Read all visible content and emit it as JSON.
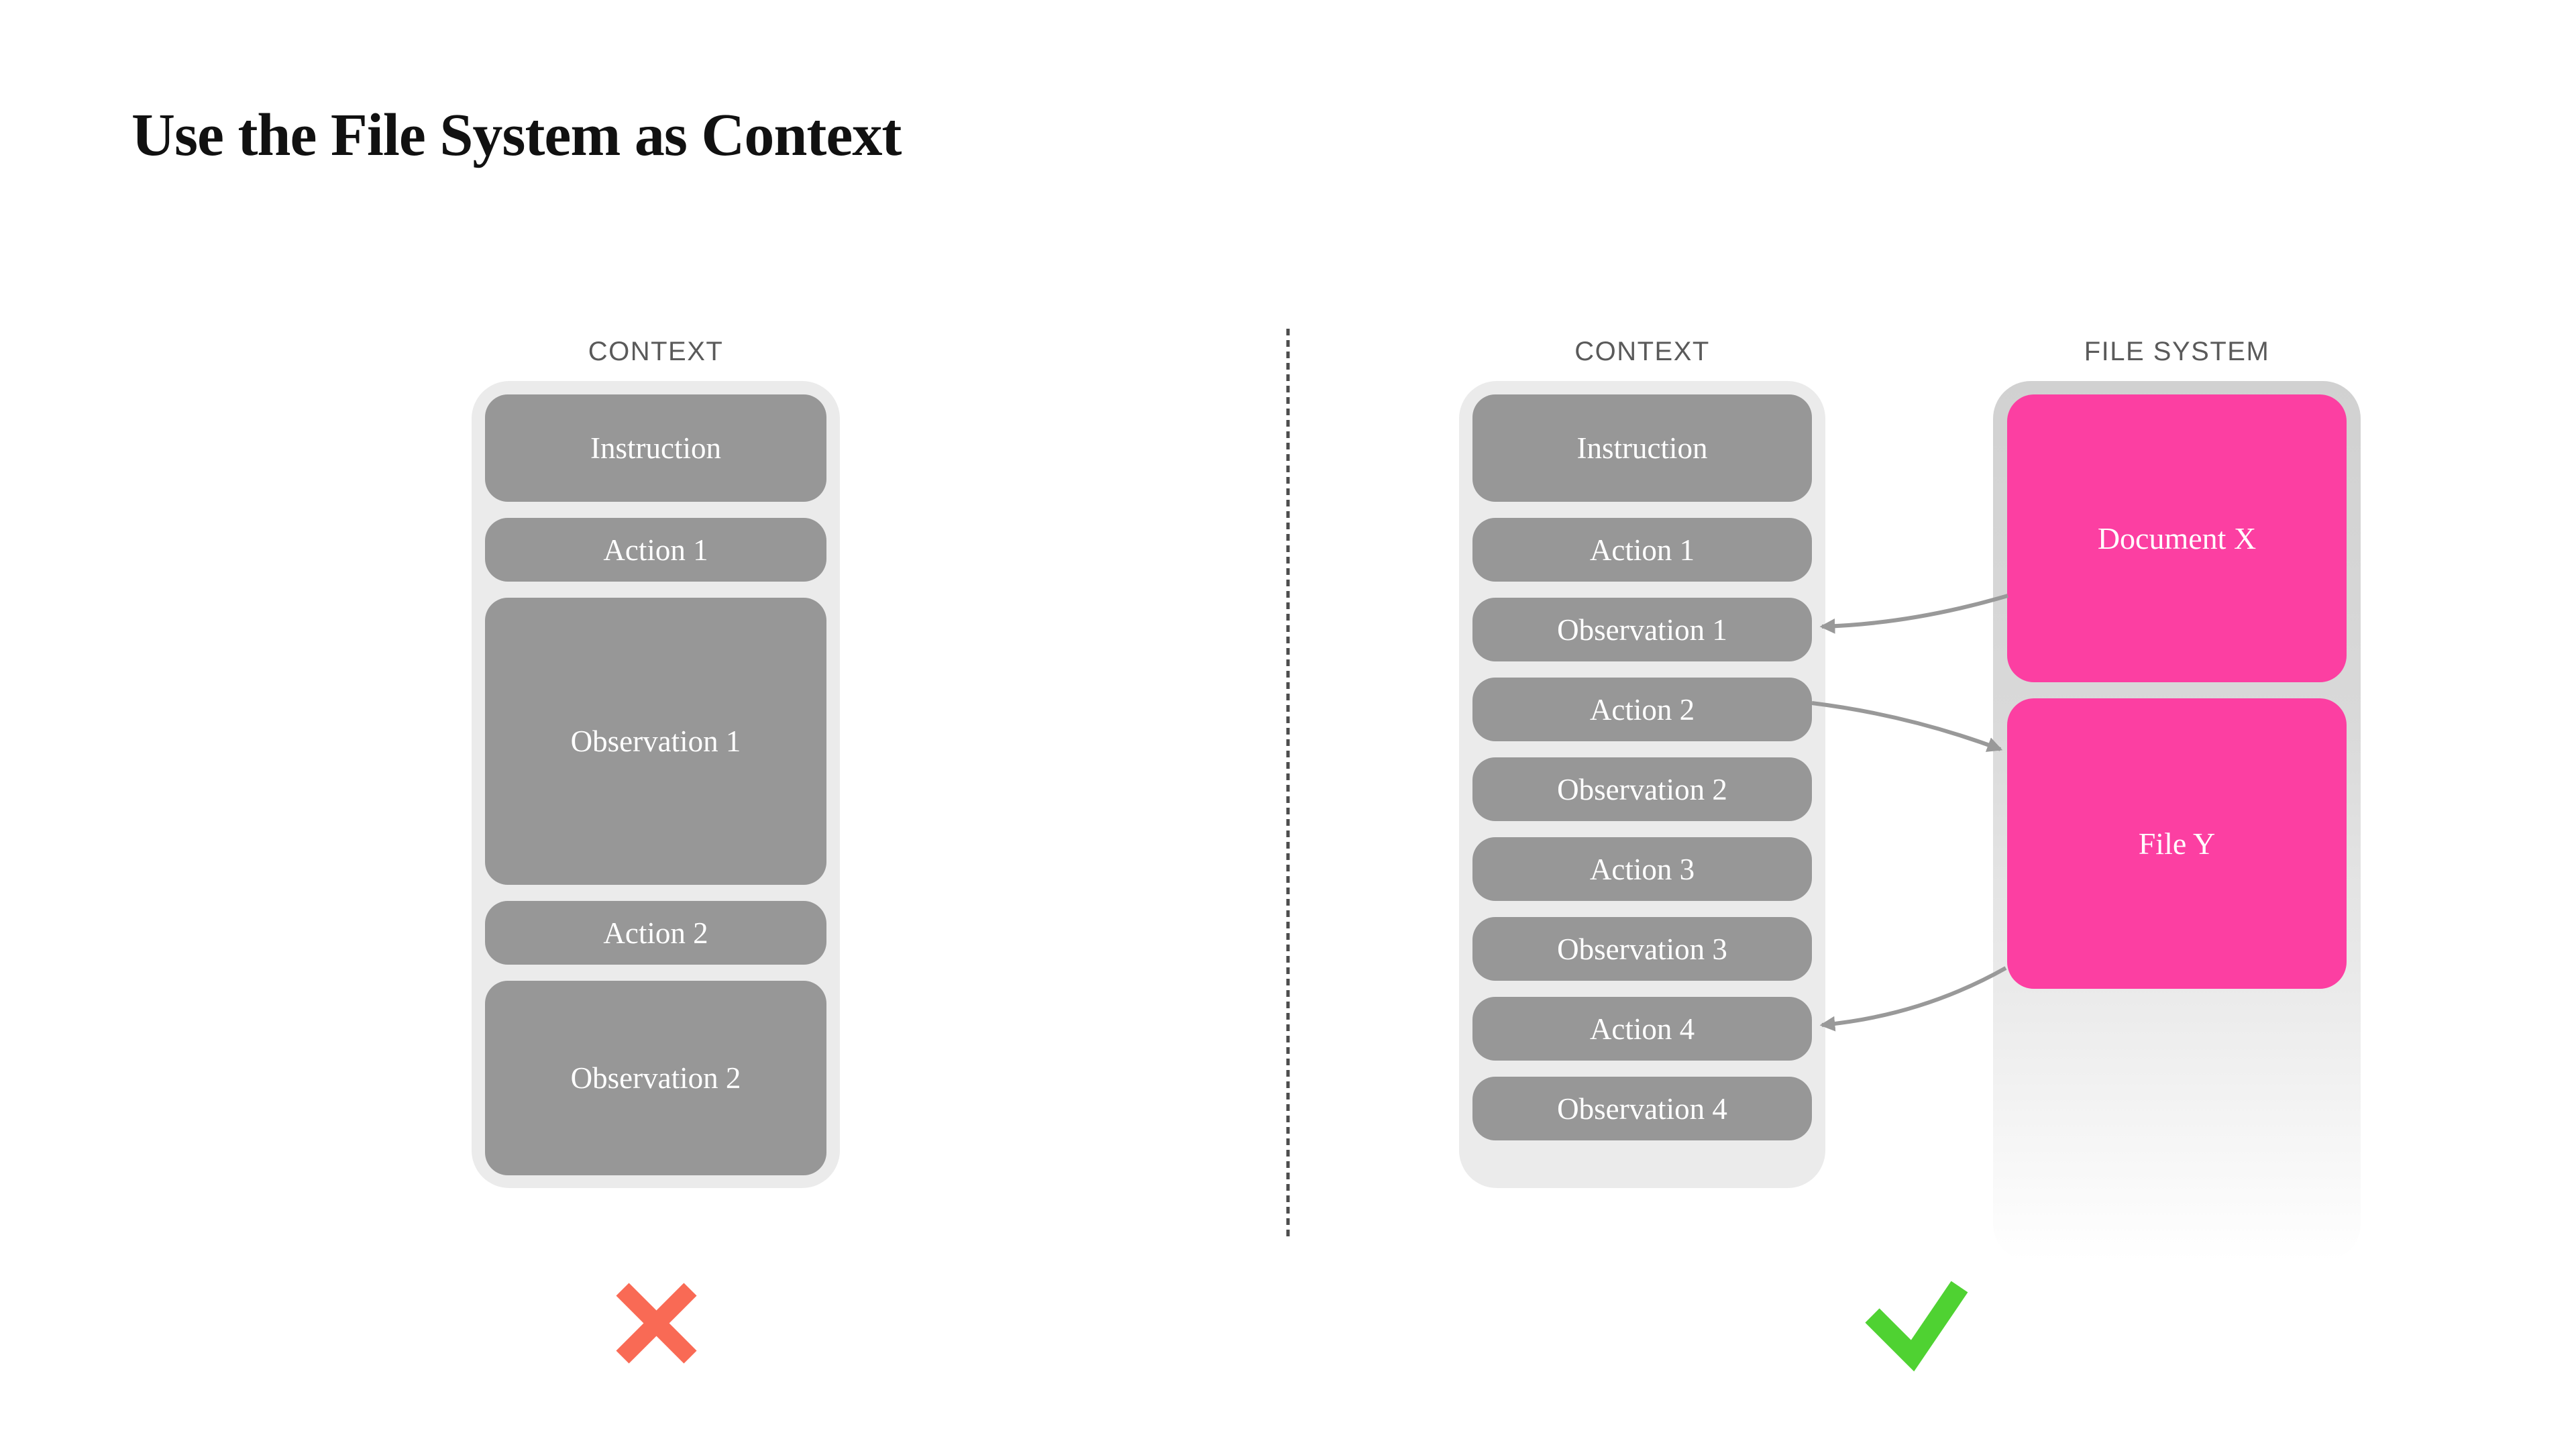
{
  "title": "Use the File System as Context",
  "colors": {
    "background": "#ffffff",
    "title_text": "#111111",
    "column_label_text": "#5a5a5a",
    "context_container": "#ebebeb",
    "context_box": "#979797",
    "box_text": "#ffffff",
    "file_system_container_top": "#d1d1d1",
    "file_box_pink": "#fc3fa2",
    "arrow_gray": "#999999",
    "divider_gray": "#4d4d4d",
    "cross_red": "#f96a55",
    "check_green": "#4fd232"
  },
  "left": {
    "label": "CONTEXT",
    "boxes": [
      {
        "label": "Instruction"
      },
      {
        "label": "Action 1"
      },
      {
        "label": "Observation 1"
      },
      {
        "label": "Action 2"
      },
      {
        "label": "Observation 2"
      }
    ],
    "verdict": "cross"
  },
  "right": {
    "context": {
      "label": "CONTEXT",
      "boxes": [
        {
          "label": "Instruction"
        },
        {
          "label": "Action 1"
        },
        {
          "label": "Observation 1"
        },
        {
          "label": "Action 2"
        },
        {
          "label": "Observation 2"
        },
        {
          "label": "Action 3"
        },
        {
          "label": "Observation 3"
        },
        {
          "label": "Action 4"
        },
        {
          "label": "Observation 4"
        }
      ]
    },
    "file_system": {
      "label": "FILE SYSTEM",
      "boxes": [
        {
          "label": "Document X"
        },
        {
          "label": "File Y"
        }
      ]
    },
    "verdict": "check"
  },
  "arrows": [
    {
      "from": "Document X",
      "to": "Observation 1"
    },
    {
      "from": "Action 2",
      "to": "File Y"
    },
    {
      "from": "File Y",
      "to": "Action 4"
    }
  ]
}
